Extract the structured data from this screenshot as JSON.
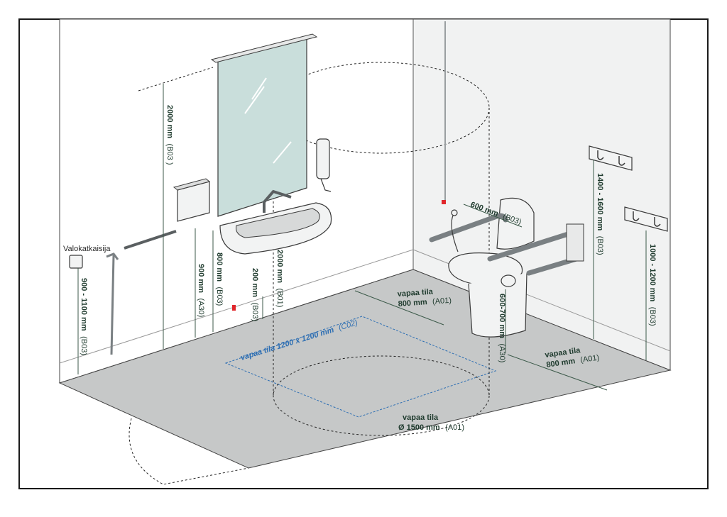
{
  "labels": {
    "light_switch": "Valokatkaisija",
    "mirror_height": {
      "value": "2000 mm",
      "ref": "(B03 )"
    },
    "switch_height": {
      "value": "900 - 1100 mm",
      "ref": "(B03)"
    },
    "basin_front_height": {
      "value": "900 mm",
      "ref": "(A30)"
    },
    "basin_height": {
      "value": "800 mm",
      "ref": "(B03)"
    },
    "basin_clear_height": {
      "value": "2000 mm",
      "ref": "(B01)"
    },
    "under_basin": {
      "value": "200 mm",
      "ref": "(B03)"
    },
    "free_area_square": {
      "value": "vapaa tila 1200 x 1200 mm",
      "ref": "(C02)"
    },
    "free_area_front": {
      "line1": "vapaa tila",
      "value": "800 mm",
      "ref": "(A01)"
    },
    "free_area_side": {
      "line1": "vapaa tila",
      "value": "800 mm",
      "ref": "(A01)"
    },
    "free_area_circle": {
      "line1": "vapaa tila",
      "value": "Ø 1500 mm",
      "ref": "(A01)"
    },
    "grab_bar_spacing": {
      "value": "600 mm",
      "ref": "(B03)"
    },
    "seat_height": {
      "value": "600-700 mm",
      "ref": "(A30)"
    },
    "hook_high": {
      "value": "1400 - 1600 mm",
      "ref": "(B03)"
    },
    "hook_low": {
      "value": "1000 - 1200 mm",
      "ref": "(B03)"
    }
  },
  "colors": {
    "floor": "#c6c8c8",
    "wall_left": "#ffffff",
    "wall_right": "#f1f2f2",
    "mirror": "#c9dedb",
    "dimension_text": "#1f3b2e",
    "free_area_blue": "#2e6fb3",
    "marker_red": "#e0262b",
    "frame": "#1a1a1a"
  },
  "icons": [
    "light-switch-icon",
    "walking-cane-icon",
    "coat-hook-icon",
    "soap-dispenser-icon",
    "hand-shower-icon"
  ]
}
